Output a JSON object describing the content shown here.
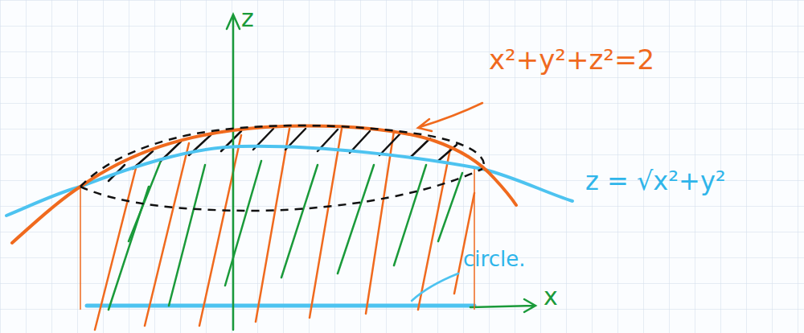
{
  "diagram": {
    "labels": [
      "z",
      "x²+y²+z²=2",
      "z = √x²+y²",
      "circle.",
      "x"
    ]
  }
}
